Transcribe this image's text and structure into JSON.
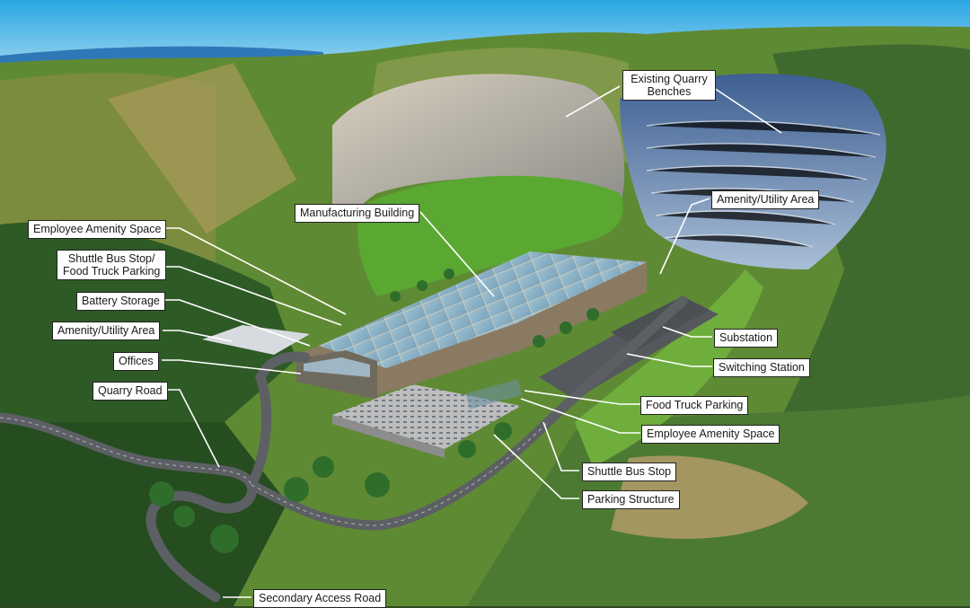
{
  "diagram": {
    "type": "annotated-site-rendering",
    "subject": "Quarry redevelopment site plan aerial rendering",
    "colors": {
      "sky": "#3fb4e6",
      "hills": "#6d8f3a",
      "quarry_rock": "#c9c2b4",
      "quarry_benches_blue": "#4a6fa5",
      "lawn": "#5aa832",
      "roof_panels": "#8fb3c6",
      "building_wall": "#8a7a62",
      "parking": "#b9b9b9",
      "road": "#5c5f63",
      "label_bg": "#ffffff",
      "label_text": "#1a1a1a",
      "leader_line": "#ffffff"
    }
  },
  "labels": {
    "existing_quarry_benches": "Existing Quarry\nBenches",
    "existing_quarry_benches_l1": "Existing Quarry",
    "existing_quarry_benches_l2": "Benches",
    "manufacturing_building": "Manufacturing Building",
    "amenity_utility_area_right": "Amenity/Utility Area",
    "employee_amenity_space_left": "Employee Amenity Space",
    "shuttle_food_l1": "Shuttle Bus Stop/",
    "shuttle_food_l2": "Food Truck Parking",
    "battery_storage": "Battery Storage",
    "amenity_utility_area_left": "Amenity/Utility Area",
    "offices": "Offices",
    "quarry_road": "Quarry Road",
    "substation": "Substation",
    "switching_station": "Switching Station",
    "food_truck_parking": "Food Truck Parking",
    "employee_amenity_space_right": "Employee Amenity Space",
    "shuttle_bus_stop": "Shuttle Bus Stop",
    "parking_structure": "Parking Structure",
    "secondary_access_road": "Secondary Access Road"
  }
}
